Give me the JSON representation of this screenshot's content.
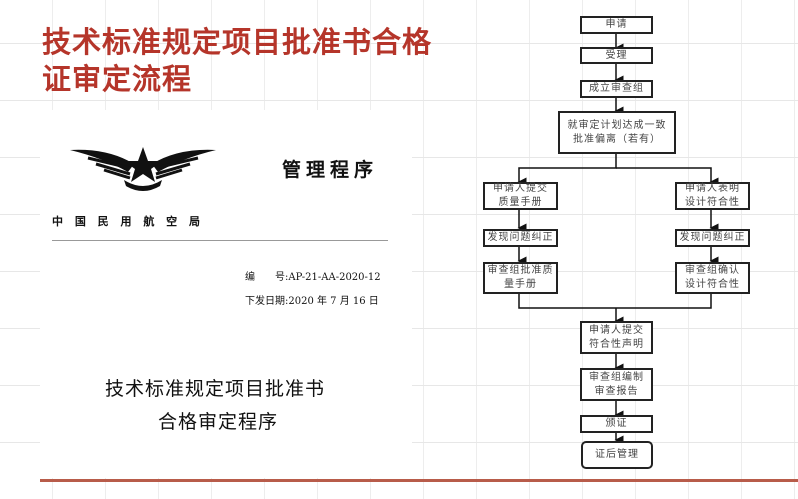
{
  "slide_title": {
    "line1": "技术标准规定项目批准书合格",
    "line2": "证审定流程"
  },
  "document": {
    "logo_label": "CAAC wings emblem",
    "category": "管理程序",
    "issuer": "中 国 民 用 航 空 局",
    "number_label": "编　　号:",
    "number": "AP-21-AA-2020-12",
    "date_label": "下发日期:",
    "date": "2020 年 7 月 16 日",
    "doc_title_line1": "技术标准规定项目批准书",
    "doc_title_line2": "合格审定程序"
  },
  "flowchart": {
    "steps": [
      "申请",
      "受理",
      "成立审查组",
      "就审定计划达成一致\n批准偏离（若有）"
    ],
    "left_branch": [
      "申请人提交\n质量手册",
      "发现问题纠正",
      "审查组批准质\n量手册"
    ],
    "right_branch": [
      "申请人表明\n设计符合性",
      "发现问题纠正",
      "审查组确认\n设计符合性"
    ],
    "merge_steps": [
      "申请人提交\n符合性声明",
      "审查组编制\n审查报告",
      "颁证",
      "证后管理"
    ]
  }
}
